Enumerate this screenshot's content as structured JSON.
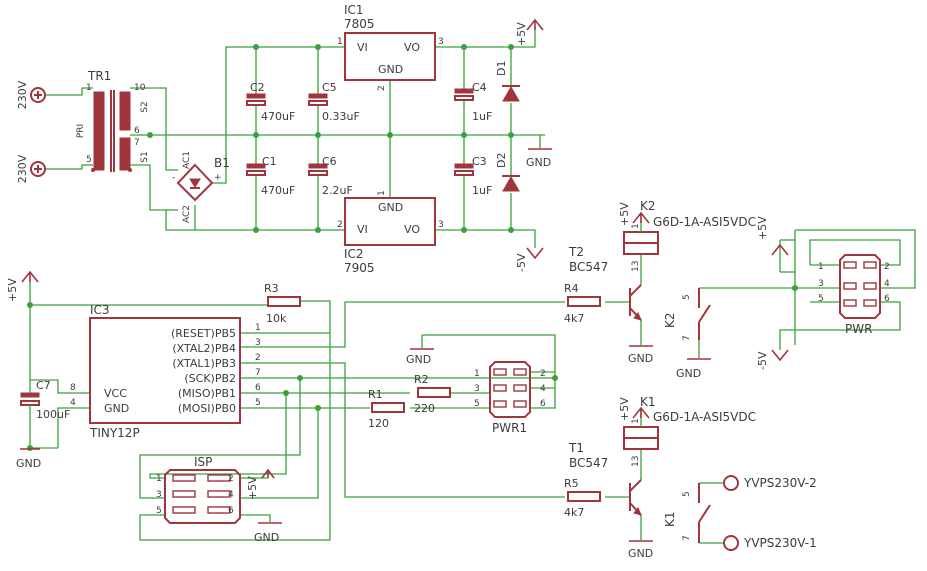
{
  "labels": {
    "ac_top": "230V",
    "ac_bottom": "230V",
    "tr1_name": "TR1",
    "tr1_pin1": "1",
    "tr1_pin5": "5",
    "tr1_pin10": "10",
    "tr1_pin6": "6",
    "tr1_pin7": "7",
    "tr1_pri": "PRI",
    "tr1_s1": "S1",
    "tr1_s2": "S2",
    "b1_name": "B1",
    "b1_ac1": "AC1",
    "b1_ac2": "AC2",
    "b1_plus": "+",
    "b1_minus": "-",
    "c2_name": "C2",
    "c2_value": "470uF",
    "c5_name": "C5",
    "c5_value": "0.33uF",
    "c1_name": "C1",
    "c1_value": "470uF",
    "c6_name": "C6",
    "c6_value": "2.2uF",
    "ic1_name": "IC1",
    "ic1_value": "7805",
    "ic1_vi": "VI",
    "ic1_vo": "VO",
    "ic1_gnd": "GND",
    "ic1_p1": "1",
    "ic1_p2": "2",
    "ic1_p3": "3",
    "ic2_name": "IC2",
    "ic2_value": "7905",
    "ic2_vi": "VI",
    "ic2_vo": "VO",
    "ic2_gnd": "GND",
    "ic2_p1": "1",
    "ic2_p2": "2",
    "ic2_p3": "3",
    "c4_name": "C4",
    "c4_value": "1uF",
    "c3_name": "C3",
    "c3_value": "1uF",
    "d1_name": "D1",
    "d2_name": "D2",
    "plus5v_top": "+5V",
    "minus5v_mid": "-5V",
    "gnd_psu": "GND",
    "plus5v_left": "+5V",
    "c7_name": "C7",
    "c7_value": "100uF",
    "gnd_c7": "GND",
    "ic3_name": "IC3",
    "ic3_value": "TINY12P",
    "ic3_vcc": "VCC",
    "ic3_gnd": "GND",
    "ic3_p8": "8",
    "ic3_p4": "4",
    "ic3_pb5": "(RESET)PB5",
    "ic3_pb4": "(XTAL2)PB4",
    "ic3_pb3": "(XTAL1)PB3",
    "ic3_pb2": "(SCK)PB2",
    "ic3_pb1": "(MISO)PB1",
    "ic3_pb0": "(MOSI)PB0",
    "ic3_n1": "1",
    "ic3_n3": "3",
    "ic3_n2": "2",
    "ic3_n7": "7",
    "ic3_n6": "6",
    "ic3_n5": "5",
    "r3_name": "R3",
    "r3_value": "10k",
    "r4_name": "R4",
    "r4_value": "4k7",
    "r5_name": "R5",
    "r5_value": "4k7",
    "r1_name": "R1",
    "r1_value": "120",
    "r2_name": "R2",
    "r2_value": "220",
    "gnd_pwr1": "GND",
    "pwr1_name": "PWR1",
    "pwr1_p1": "1",
    "pwr1_p2": "2",
    "pwr1_p3": "3",
    "pwr1_p4": "4",
    "pwr1_p5": "5",
    "pwr1_p6": "6",
    "isp_name": "ISP",
    "isp_p1": "1",
    "isp_p2": "2",
    "isp_p3": "3",
    "isp_p4": "4",
    "isp_p5": "5",
    "isp_p6": "6",
    "plus5v_isp": "+5V",
    "gnd_isp": "GND",
    "t2_name": "T2",
    "t2_value": "BC547",
    "gnd_t2": "GND",
    "t1_name": "T1",
    "t1_value": "BC547",
    "gnd_t1": "GND",
    "k2_coil_name": "K2",
    "k2_coil_value": "G6D-1A-ASI5VDC",
    "k2_plus5v": "+5V",
    "k2_p1": "1",
    "k2_p13": "13",
    "k2_contact_name": "K2",
    "k2_c5": "5",
    "k2_c7": "7",
    "gnd_k2": "GND",
    "k1_coil_name": "K1",
    "k1_coil_value": "G6D-1A-ASI5VDC",
    "k1_plus5v": "+5V",
    "k1_p1": "1",
    "k1_p13": "13",
    "k1_contact_name": "K1",
    "k1_c5": "5",
    "k1_c7": "7",
    "pwr_name": "PWR",
    "pwr_p1": "1",
    "pwr_p2": "2",
    "pwr_p3": "3",
    "pwr_p4": "4",
    "pwr_p5": "5",
    "pwr_p6": "6",
    "pwr_plus5v": "+5V",
    "pwr_minus5v": "-5V",
    "yvps2": "YVPS230V-2",
    "yvps1": "YVPS230V-1"
  },
  "colors": {
    "wire": "#3aa13a",
    "part": "#a0353c",
    "text": "#3c3c3c",
    "background": "#ffffff"
  }
}
